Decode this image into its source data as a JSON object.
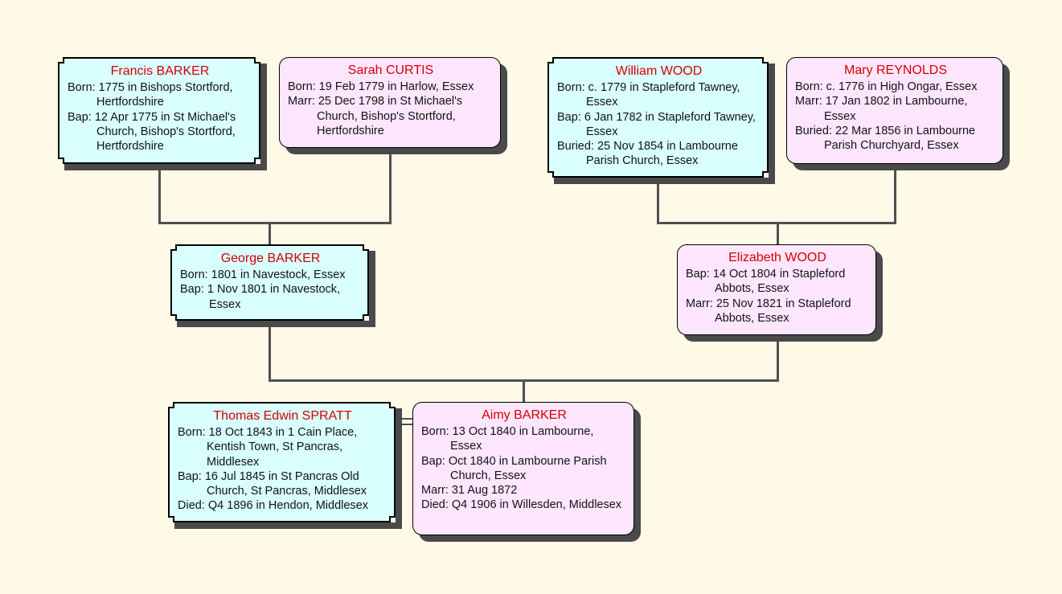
{
  "colors": {
    "background": "#fffae8",
    "male_fill": "#d9ffff",
    "female_fill": "#ffe6ff",
    "name": "#d40000",
    "line": "#505050",
    "shadow": "#4a4a4a"
  },
  "people": {
    "francis": {
      "name": "Francis BARKER",
      "events": [
        "Born: 1775 in Bishops Stortford, Hertfordshire",
        "Bap: 12 Apr 1775 in St Michael's Church, Bishop's Stortford, Hertfordshire"
      ]
    },
    "sarah": {
      "name": "Sarah CURTIS",
      "events": [
        "Born: 19 Feb 1779 in Harlow, Essex",
        "Marr: 25 Dec 1798 in St Michael's Church, Bishop's Stortford, Hertfordshire"
      ]
    },
    "william": {
      "name": "William WOOD",
      "events": [
        "Born: c. 1779 in Stapleford Tawney, Essex",
        "Bap: 6 Jan 1782 in Stapleford Tawney, Essex",
        "Buried: 25 Nov 1854 in Lambourne Parish Church, Essex"
      ]
    },
    "mary": {
      "name": "Mary REYNOLDS",
      "events": [
        "Born: c. 1776 in High Ongar, Essex",
        "Marr: 17 Jan 1802 in Lambourne, Essex",
        "Buried: 22 Mar 1856 in Lambourne Parish Churchyard, Essex"
      ]
    },
    "george": {
      "name": "George BARKER",
      "events": [
        "Born: 1801 in Navestock, Essex",
        "Bap: 1 Nov 1801 in Navestock, Essex"
      ]
    },
    "elizabeth": {
      "name": "Elizabeth WOOD",
      "events": [
        "Bap: 14 Oct 1804 in Stapleford Abbots, Essex",
        "Marr: 25 Nov 1821 in Stapleford Abbots, Essex"
      ]
    },
    "thomas": {
      "name": "Thomas Edwin SPRATT",
      "events": [
        "Born: 18 Oct 1843 in 1 Cain Place, Kentish Town, St Pancras, Middlesex",
        "Bap: 16 Jul 1845 in St Pancras Old Church, St Pancras, Middlesex",
        "Died: Q4 1896 in Hendon, Middlesex"
      ]
    },
    "aimy": {
      "name": "Aimy BARKER",
      "events": [
        "Born: 13 Oct 1840 in Lambourne, Essex",
        "Bap: Oct 1840 in Lambourne Parish Church, Essex",
        "Marr: 31 Aug 1872",
        "Died: Q4 1906 in Willesden, Middlesex"
      ]
    }
  }
}
